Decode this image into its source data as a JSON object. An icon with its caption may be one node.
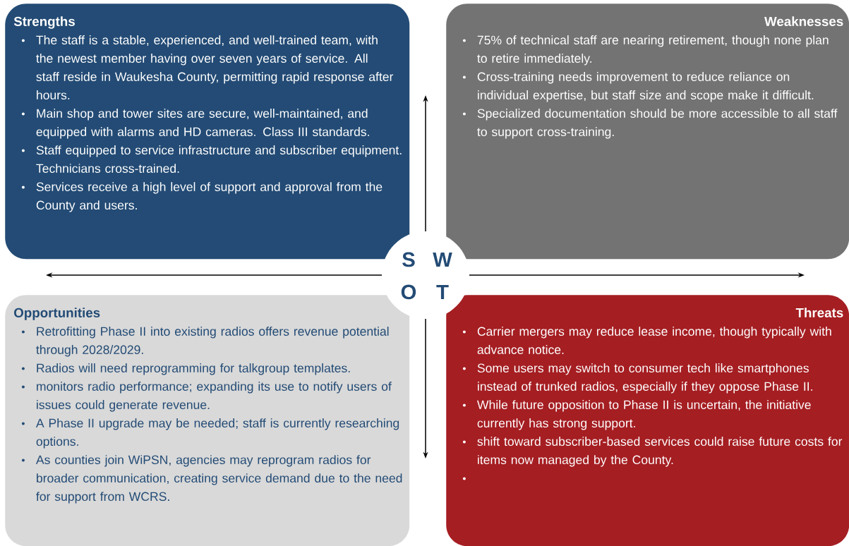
{
  "diagram": {
    "nodes": [
      {
        "text": [
          "Strengths",
          "The staff is a stable, experienced, and well-trained team, with the newest member having over seven years of service.  All staff reside in Waukesha County, permitting rapid response after hours.",
          "Main shop and tower sites are secure, well-maintained, and equipped with alarms and HD cameras.  Class III standards.",
          "Staff equipped to service infrastructure and subscriber equipment. Technicians cross-trained.",
          "Services receive a high level of support and approval from the County and users."
        ]
      },
      {
        "text": [
          "Weaknesses",
          "75% of technical staff are nearing retirement, though none plan to retire immediately.",
          "Cross-training needs improvement to reduce reliance on individual expertise, but staff size and scope make it difficult.",
          "Specialized documentation should be more accessible to all staff to support cross-training."
        ]
      },
      {
        "text": [
          "Opportunities",
          "Retrofitting Phase II into existing radios offers revenue potential through 2028/2029.",
          "Radios will need reprogramming for talkgroup templates.",
          "monitors radio performance; expanding its use to notify users of issues could generate revenue.",
          "A Phase II upgrade may be needed; staff is currently researching options.",
          "As counties join WiPSN, agencies may reprogram radios for broader communication, creating service demand due to the need for support from WCRS."
        ]
      },
      {
        "text": [
          "Threats",
          "Carrier mergers may reduce lease income, though typically with advance notice.",
          "Some users may switch to consumer tech like smartphones instead of trunked radios, especially if they oppose Phase II.",
          "While future opposition to Phase II is uncertain, the initiative currently has strong support.",
          "shift toward subscriber-based services could raise future costs for items now managed by the County."
        ]
      },
      {
        "text": [
          "S",
          "W",
          "O",
          "T"
        ]
      }
    ]
  }
}
